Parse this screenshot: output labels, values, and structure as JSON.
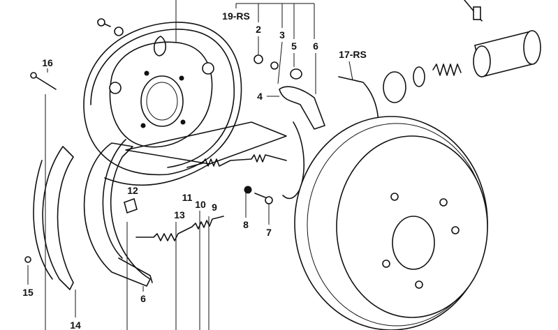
{
  "diagram": {
    "title": "Rear drum brake exploded view",
    "labels": {
      "kit_19rs": "19-RS",
      "p2": "2",
      "p3": "3",
      "p4": "4",
      "p5": "5",
      "p6_top": "6",
      "p6_bottom": "6",
      "kit_17rs": "17-RS",
      "p7": "7",
      "p8": "8",
      "p9": "9",
      "p10": "10",
      "p11": "11",
      "p12": "12",
      "p13": "13",
      "p14": "14",
      "p15": "15",
      "p16": "16"
    }
  }
}
